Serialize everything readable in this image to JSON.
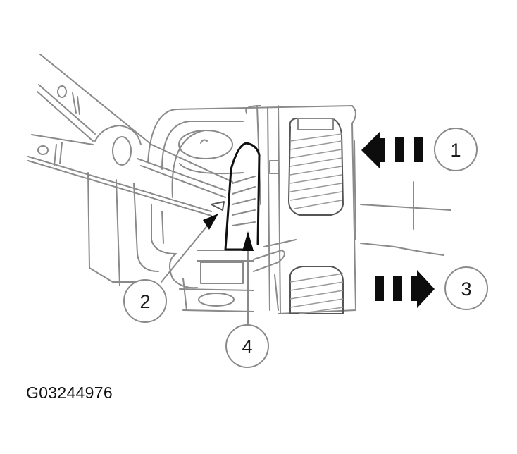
{
  "figure": {
    "id_label": "G03244976",
    "type": "technical line illustration",
    "description": "Pliers inserted into a housing to release a clip; directional arrows indicate push-in and pull-out motions"
  },
  "callouts": [
    {
      "number": "1",
      "meaning_hint": "push direction (arrow pointing left)"
    },
    {
      "number": "2",
      "meaning_hint": "pliers tip / release point"
    },
    {
      "number": "3",
      "meaning_hint": "pull direction (arrow pointing right)"
    },
    {
      "number": "4",
      "meaning_hint": "retaining clip"
    }
  ],
  "colors": {
    "background": "#ffffff",
    "line": "#8a8a8a",
    "emphasis": "#111111"
  }
}
